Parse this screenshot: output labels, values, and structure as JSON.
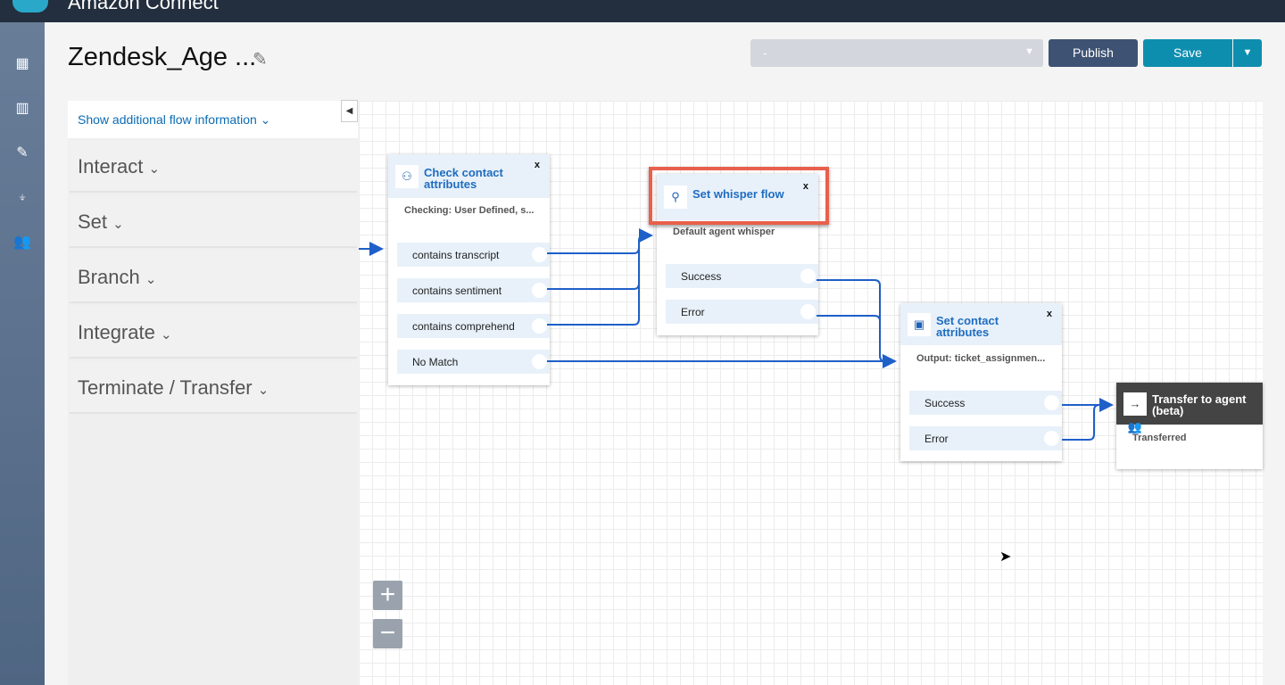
{
  "app": {
    "title": "Amazon Connect"
  },
  "header": {
    "title": "Zendesk_Age ...",
    "version_select": "-",
    "publish_label": "Publish",
    "save_label": "Save"
  },
  "palette": {
    "show_info": "Show additional flow information",
    "categories": [
      "Interact",
      "Set",
      "Branch",
      "Integrate",
      "Terminate / Transfer"
    ]
  },
  "nodes": {
    "check": {
      "title1": "Check contact",
      "title2": "attributes",
      "desc": "Checking: User Defined, s...",
      "rows": [
        "contains transcript",
        "contains sentiment",
        "contains comprehend",
        "No Match"
      ]
    },
    "whisper": {
      "title": "Set whisper flow",
      "desc": "Default agent whisper",
      "rows": [
        "Success",
        "Error"
      ]
    },
    "setattr": {
      "title1": "Set contact",
      "title2": "attributes",
      "desc": "Output: ticket_assignmen...",
      "rows": [
        "Success",
        "Error"
      ]
    },
    "transfer": {
      "title1": "Transfer to agent",
      "title2": "(beta)",
      "desc": "Transferred"
    }
  },
  "zoom": {
    "in": "+",
    "out": "−"
  },
  "close_label": "x",
  "colors": {
    "accent": "#0e8eaf",
    "edge": "#1f5fc8",
    "highlight": "#e8604c"
  }
}
